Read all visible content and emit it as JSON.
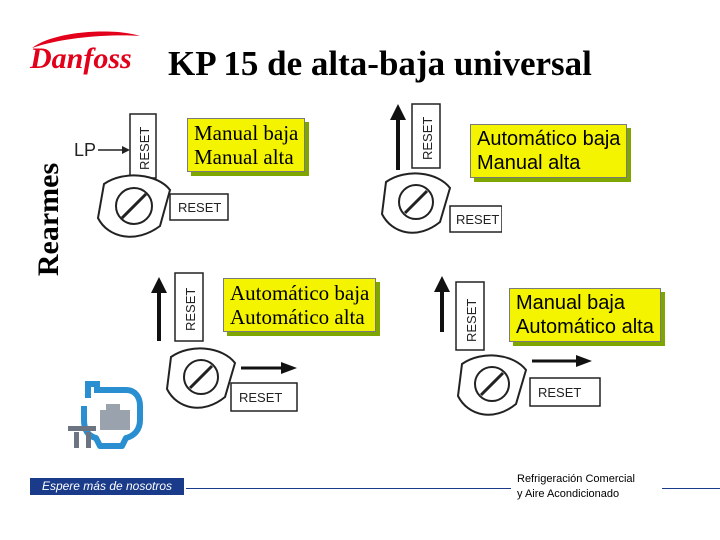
{
  "brand": {
    "logo_text": "Danfoss",
    "logo_color": "#e2001a"
  },
  "slide": {
    "title": "KP 15 de alta-baja universal",
    "side_label": "Rearmes"
  },
  "diagram1": {
    "port_label": "LP",
    "reset_vertical": "RESET",
    "reset_horizontal": "RESET",
    "mode_line1": "Manual baja",
    "mode_line2": "Manual alta"
  },
  "diagram2": {
    "reset_vertical": "RESET",
    "reset_horizontal": "RESET",
    "mode_line1": "Automático baja",
    "mode_line2": "Manual alta"
  },
  "diagram3": {
    "reset_vertical": "RESET",
    "reset_horizontal": "RESET",
    "mode_line1": "Automático baja",
    "mode_line2": "Automático alta"
  },
  "diagram4": {
    "reset_vertical": "RESET",
    "reset_horizontal": "RESET",
    "mode_line1": "Manual baja",
    "mode_line2": "Automático alta"
  },
  "footer": {
    "left_text": "Espere más de nosotros",
    "right_line1": "Refrigeración Comercial",
    "right_line2": "y Aire Acondicionado"
  },
  "colors": {
    "highlight": "#f4f400",
    "shadow": "#7ea500",
    "footer_blue": "#1a3a8a",
    "icon_blue": "#2a8fd0"
  }
}
